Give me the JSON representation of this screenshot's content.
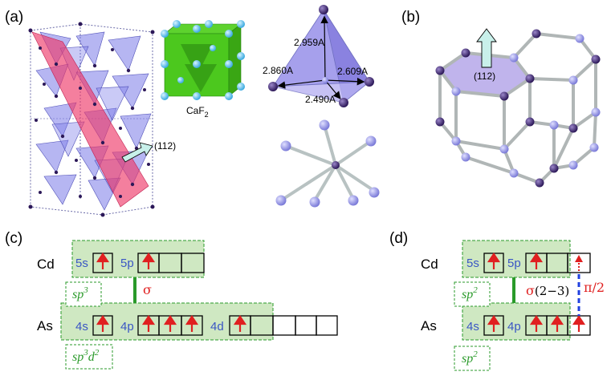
{
  "panels": {
    "a": "(a)",
    "b": "(b)",
    "c": "(c)",
    "d": "(d)"
  },
  "panel_a": {
    "plane_label": "(112)",
    "caf2_label": "CaF",
    "caf2_subscript": "2",
    "bond_lengths": [
      "2.959A",
      "2.860A",
      "2.609A",
      "2.490A"
    ]
  },
  "panel_b": {
    "plane_label": "(112)"
  },
  "panel_c": {
    "cd_label": "Cd",
    "as_label": "As",
    "cd_orbitals": [
      "5s",
      "5p"
    ],
    "as_orbitals": [
      "4s",
      "4p",
      "4d"
    ],
    "cd_hybrid": "sp",
    "cd_hybrid_sup": "3",
    "as_hybrid_base": "sp",
    "as_hybrid_sup1": "3",
    "as_hybrid_d": "d",
    "as_hybrid_sup2": "2",
    "bond": "σ"
  },
  "panel_d": {
    "cd_label": "Cd",
    "as_label": "As",
    "cd_orbitals": [
      "5s",
      "5p"
    ],
    "as_orbitals": [
      "4s",
      "4p"
    ],
    "cd_hybrid": "sp",
    "cd_hybrid_sup": "2",
    "as_hybrid": "sp",
    "as_hybrid_sup": "2",
    "sigma_label": "σ",
    "sigma_value": "(2−3)",
    "pi_label": "π/2"
  },
  "colors": {
    "hybrid_green": "#2a9a2a",
    "orbital_blue": "#3a56c4",
    "electron_red": "#e02020",
    "pi_blue": "#2040e0"
  }
}
